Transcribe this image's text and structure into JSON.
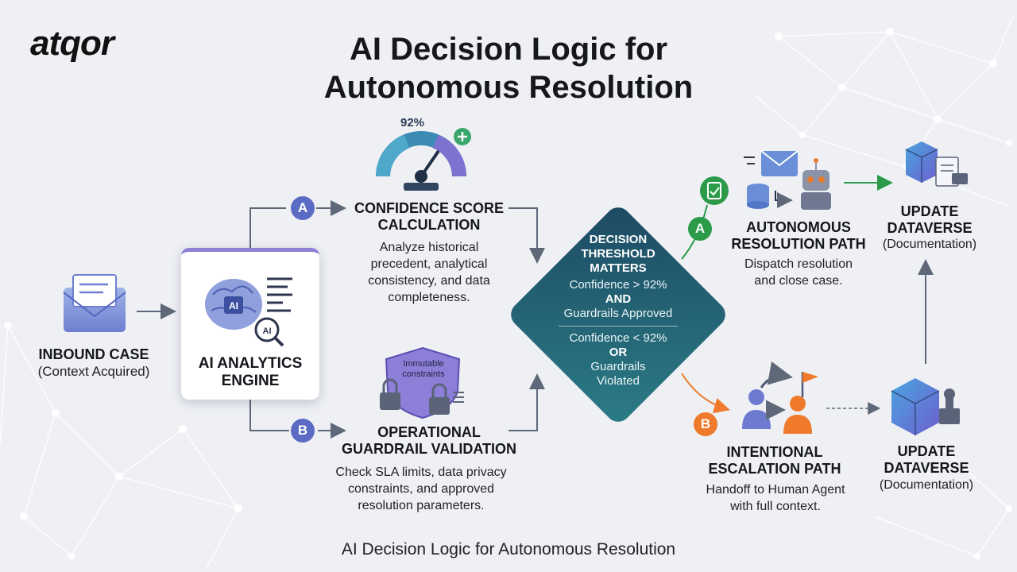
{
  "brand": {
    "logo": "atqor"
  },
  "title": {
    "line1": "AI Decision Logic for",
    "line2": "Autonomous Resolution"
  },
  "caption": "AI Decision Logic for Autonomous Resolution",
  "inbound": {
    "label": "INBOUND CASE",
    "sublabel": "(Context Acquired)",
    "icon": "envelope-icon"
  },
  "engine": {
    "line1": "AI ANALYTICS",
    "line2": "ENGINE",
    "icon": "ai-brain-icon",
    "chip_text": "AI",
    "lens_text": "AI"
  },
  "branch_a": {
    "marker": "A",
    "heading_line1": "CONFIDENCE SCORE",
    "heading_line2": "CALCULATION",
    "desc": [
      "Analyze historical",
      "precedent, analytical",
      "consistency, and data",
      "completeness."
    ],
    "gauge_value": "92%",
    "icon": "gauge-icon"
  },
  "branch_b": {
    "marker": "B",
    "heading_line1": "OPERATIONAL",
    "heading_line2": "GUARDRAIL VALIDATION",
    "desc": [
      "Check SLA limits, data privacy",
      "constraints, and approved",
      "resolution parameters."
    ],
    "shield_line1": "Immutable",
    "shield_line2": "constraints",
    "icon": "shield-lock-icon"
  },
  "decision": {
    "heading": [
      "DECISION",
      "THRESHOLD",
      "MATTERS"
    ],
    "approve_line": "Confidence > 92%",
    "approve_join": "AND",
    "approve_line2": "Guardrails Approved",
    "reject_line": "Confidence < 92%",
    "reject_join": "OR",
    "reject_line2": "Guardrails",
    "reject_line3": "Violated"
  },
  "path_a": {
    "marker": "A",
    "heading_line1": "AUTONOMOUS",
    "heading_line2": "RESOLUTION PATH",
    "desc": [
      "Dispatch resolution",
      "and close case."
    ],
    "icon": "robot-dispatch-icon"
  },
  "path_b": {
    "marker": "B",
    "heading_line1": "INTENTIONAL",
    "heading_line2": "ESCALATION PATH",
    "desc": [
      "Handoff to Human Agent",
      "with full context."
    ],
    "icon": "human-handoff-icon"
  },
  "dataverse_top": {
    "label_line1": "UPDATE",
    "label_line2": "DATAVERSE",
    "sublabel": "(Documentation)",
    "icon": "dataverse-cube-icon"
  },
  "dataverse_bottom": {
    "label_line1": "UPDATE",
    "label_line2": "DATAVERSE",
    "sublabel": "(Documentation)",
    "icon": "dataverse-cube-icon"
  },
  "colors": {
    "diamond_start": "#1d4a63",
    "diamond_end": "#2b7c86",
    "green": "#2b9a49",
    "orange": "#ef7a2c",
    "indigo": "#5b6bc4",
    "arrow": "#5e6878"
  }
}
